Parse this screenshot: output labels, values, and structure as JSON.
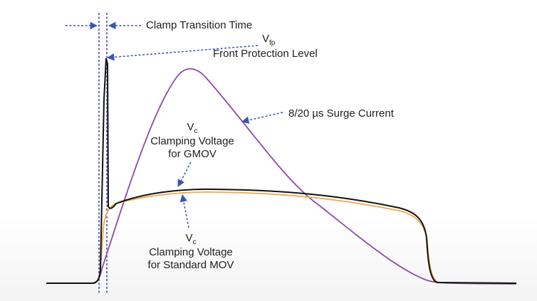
{
  "labels": {
    "clamp_transition_time": "Clamp Transition Time",
    "vfp_symbol": "V",
    "vfp_subscript": "fp",
    "front_protection_level": "Front Protection Level",
    "surge_current": "8/20 µs Surge Current",
    "gmov_symbol": "V",
    "gmov_subscript": "c",
    "gmov_line1": "Clamping Voltage",
    "gmov_line2": "for GMOV",
    "mov_symbol": "V",
    "mov_subscript": "c",
    "mov_line1": "Clamping Voltage",
    "mov_line2": "for Standard MOV"
  },
  "colors": {
    "gmov_curve": "#111111",
    "mov_curve": "#f0a64a",
    "surge_curve": "#8e4aa8",
    "guide_lines": "#3b56b0",
    "text": "#1f1f1f"
  }
}
